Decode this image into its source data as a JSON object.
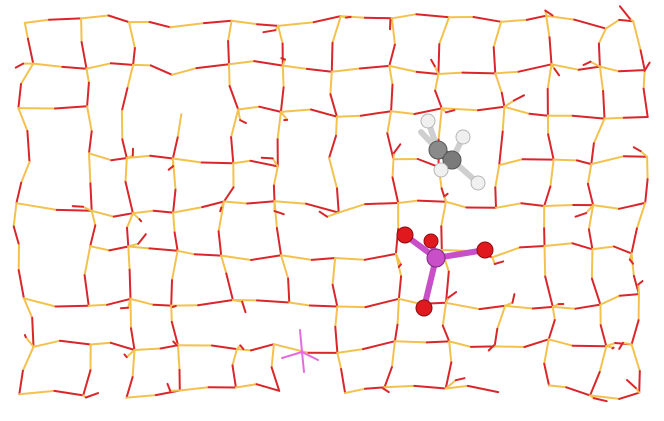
{
  "figure": {
    "description": "",
    "colors": {
      "background": "#ffffff",
      "framework_oxygen": "#d9262a",
      "framework_tetrahedral": "#f3c24e",
      "framework_phosphorus": "#e46be0",
      "carbon": "#7a7a7a",
      "hydrogen": "#f2f2f2",
      "phosphorus": "#c84fc8",
      "oxygen_atom": "#e0191f"
    },
    "molecules": [
      {
        "name": "ethylene",
        "atoms": [
          "C",
          "C",
          "H",
          "H",
          "H",
          "H"
        ]
      },
      {
        "name": "phosphate",
        "atoms": [
          "P",
          "O",
          "O",
          "O",
          "O"
        ]
      }
    ]
  }
}
